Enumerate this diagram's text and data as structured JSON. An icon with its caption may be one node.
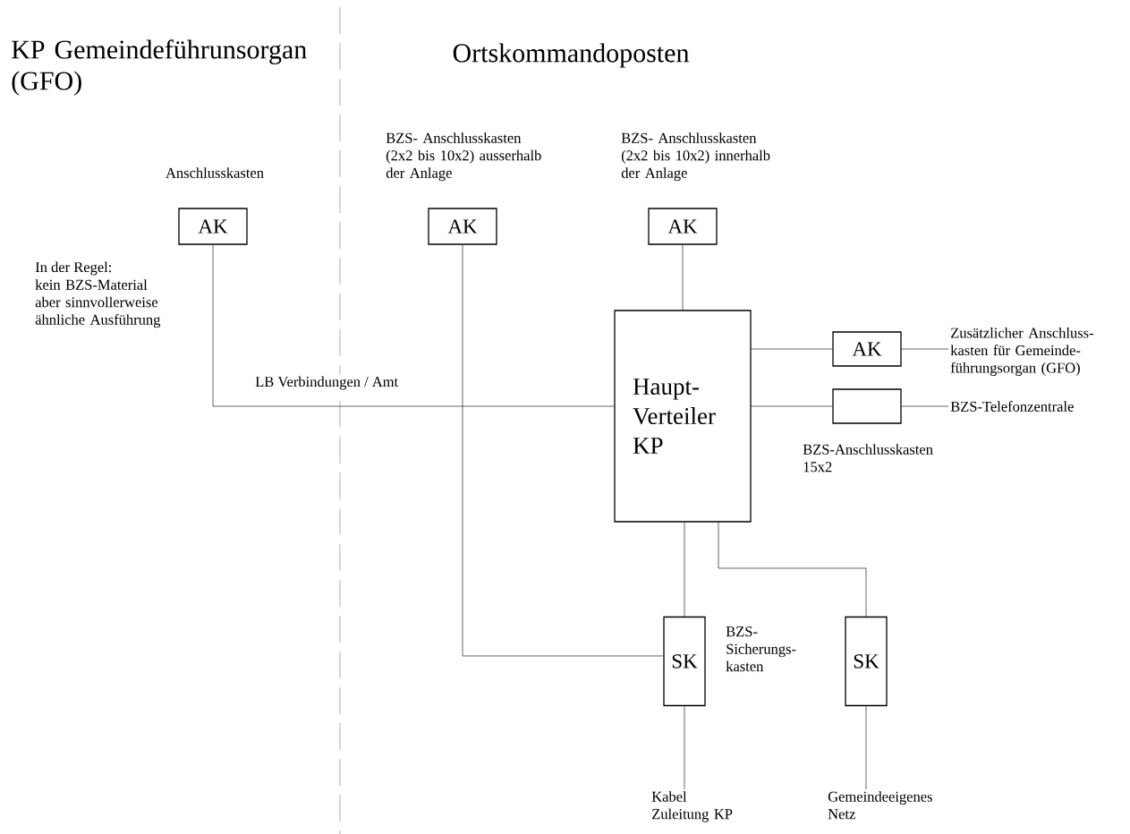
{
  "diagram": {
    "nodes": [
      {
        "text": [
          "AK"
        ],
        "beside": [
          "Anschlusskasten"
        ]
      },
      {
        "text": [
          "AK"
        ],
        "beside": [
          "BZS- Anschlusskasten (2x2 bis 10x2) ausserhalb der Anlage"
        ]
      },
      {
        "text": [
          "AK"
        ],
        "beside": [
          "BZS- Anschlusskasten (2x2 bis 10x2) innerhalb der Anlage"
        ]
      },
      {
        "text": [
          "Haupt- Verteiler KP"
        ]
      },
      {
        "text": [
          "AK"
        ]
      },
      {
        "text": [],
        "shape": "box",
        "beside": [
          "BZS-Anschlusskasten 15x2"
        ]
      },
      {
        "text": [
          "Zusätzlicher Anschluss- kasten für Gemeinde- führungsorgan (GFO)"
        ]
      },
      {
        "text": [
          "BZS-Telefonzentrale"
        ]
      },
      {
        "text": [
          "SK"
        ],
        "beside": [
          "BZS- Sicherungs- kasten"
        ]
      },
      {
        "text": [
          "SK"
        ]
      },
      {
        "text": [
          "Kabel Zuleitung KP"
        ]
      },
      {
        "text": [
          "Gemeindeeigenes Netz"
        ]
      }
    ],
    "edges": [
      {
        "from": 0,
        "to": 3,
        "arrow": "none",
        "label": "LB Verbindungen / Amt"
      },
      {
        "from": 1,
        "to": 8,
        "arrow": "none"
      },
      {
        "from": 2,
        "to": 3,
        "arrow": "none"
      },
      {
        "from": 3,
        "to": 4,
        "arrow": "none"
      },
      {
        "from": 3,
        "to": 5,
        "arrow": "none"
      },
      {
        "from": 4,
        "to": 6,
        "arrow": "none"
      },
      {
        "from": 5,
        "to": 7,
        "arrow": "none"
      },
      {
        "from": 3,
        "to": 8,
        "arrow": "none"
      },
      {
        "from": 3,
        "to": 9,
        "arrow": "none"
      },
      {
        "from": 8,
        "to": 10,
        "arrow": "none"
      },
      {
        "from": 9,
        "to": 11,
        "arrow": "none"
      }
    ],
    "labels": [
      "KP Gemeindeführunsorgan (GFO)",
      "Ortskommandoposten",
      "In der Regel:",
      "kein BZS-Material aber sinnvollerweise ähnliche Ausführung"
    ]
  }
}
